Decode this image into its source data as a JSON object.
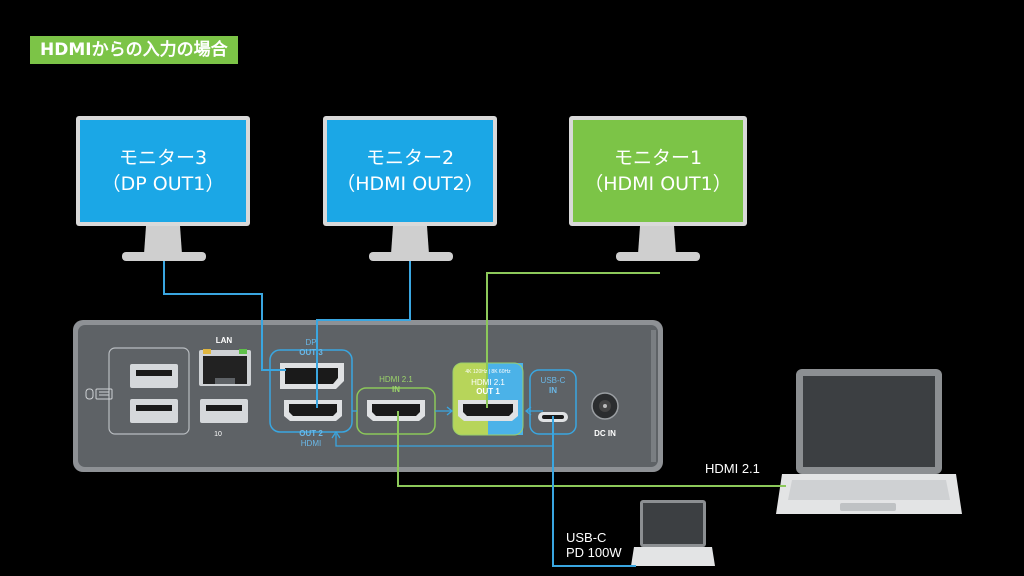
{
  "title": "HDMIからの入力の場合",
  "monitors": [
    {
      "name": "モニター3",
      "port": "（DP OUT1）",
      "color": "#1ba7e6",
      "active": false
    },
    {
      "name": "モニター2",
      "port": "（HDMI OUT2）",
      "color": "#1ba7e6",
      "active": false
    },
    {
      "name": "モニター1",
      "port": "（HDMI OUT1）",
      "color": "#7cc447",
      "active": true
    }
  ],
  "dock": {
    "lan": "LAN",
    "usb_speed": "10",
    "dp_out": {
      "top": "DP",
      "bottom": "OUT 3"
    },
    "hdmi_out2": {
      "top": "OUT 2",
      "bottom": "HDMI"
    },
    "hdmi_in": {
      "top": "HDMI 2.1",
      "bottom": "IN"
    },
    "hdmi_out1": {
      "top": "4K 120Hz | 8K 60Hz",
      "mid": "HDMI 2.1",
      "bottom": "OUT 1"
    },
    "usbc_in": {
      "top": "USB-C",
      "bottom": "IN"
    },
    "dc_in": "DC IN"
  },
  "cables": {
    "hdmi": "HDMI 2.1",
    "usbc_line1": "USB-C",
    "usbc_line2": "PD 100W"
  },
  "colors": {
    "blue": "#1ba7e6",
    "green": "#7cc447",
    "line_blue": "#3aa6e0",
    "line_green": "#8cc85a"
  }
}
